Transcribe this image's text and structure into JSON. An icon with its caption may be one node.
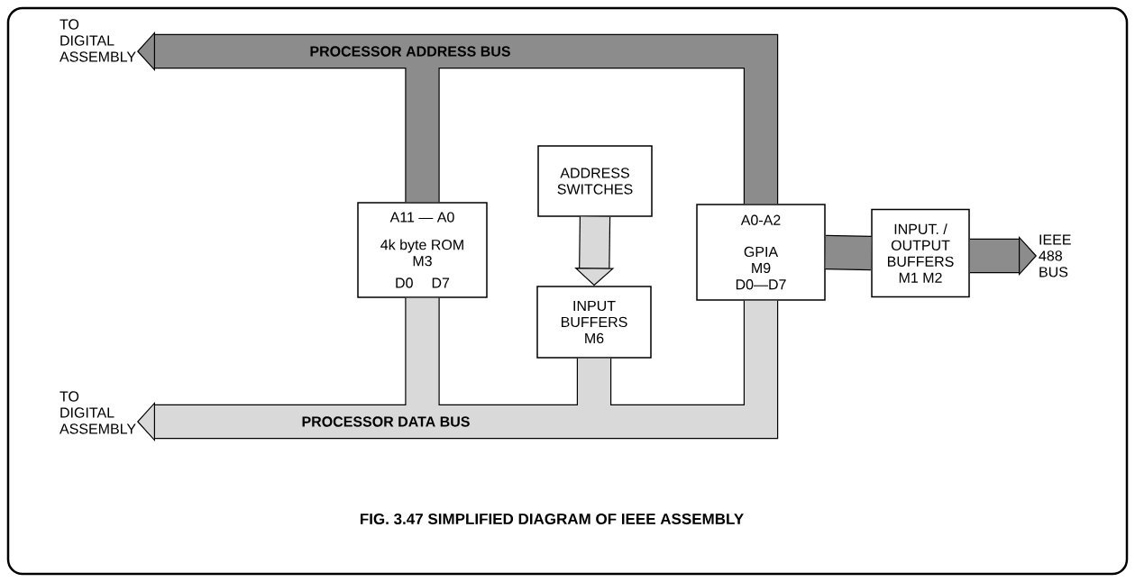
{
  "diagram": {
    "caption": "FIG. 3.47 SIMPLIFIED DIAGRAM OF IEEE ASSEMBLY",
    "nodes": [
      {
        "text": [
          "TO DIGITAL ASSEMBLY"
        ]
      },
      {
        "text": [
          "A11 — A0",
          "4k byte ROM M3",
          "D0",
          "D7"
        ]
      },
      {
        "text": [
          "ADDRESS SWITCHES"
        ]
      },
      {
        "text": [
          "INPUT BUFFERS M6"
        ]
      },
      {
        "text": [
          "A0-A2",
          "GPIA M9",
          "D0—D7"
        ]
      },
      {
        "text": [
          "INPUT. / OUTPUT BUFFERS M1 M2"
        ]
      },
      {
        "text": [
          "IEEE 488 BUS"
        ]
      },
      {
        "text": [
          "TO DIGITAL ASSEMBLY"
        ]
      }
    ],
    "edges": [
      {
        "from": 1,
        "to": 0,
        "arrow": "to",
        "label": "PROCESSOR ADDRESS BUS"
      },
      {
        "from": 4,
        "to": 0,
        "arrow": "to"
      },
      {
        "from": 1,
        "to": 7,
        "arrow": "to",
        "label": "PROCESSOR DATA BUS"
      },
      {
        "from": 3,
        "to": 7,
        "arrow": "to"
      },
      {
        "from": 4,
        "to": 7,
        "arrow": "to"
      },
      {
        "from": 2,
        "to": 3,
        "arrow": "to"
      },
      {
        "from": 4,
        "to": 5,
        "arrow": "none"
      },
      {
        "from": 5,
        "to": 6,
        "arrow": "to"
      }
    ]
  }
}
